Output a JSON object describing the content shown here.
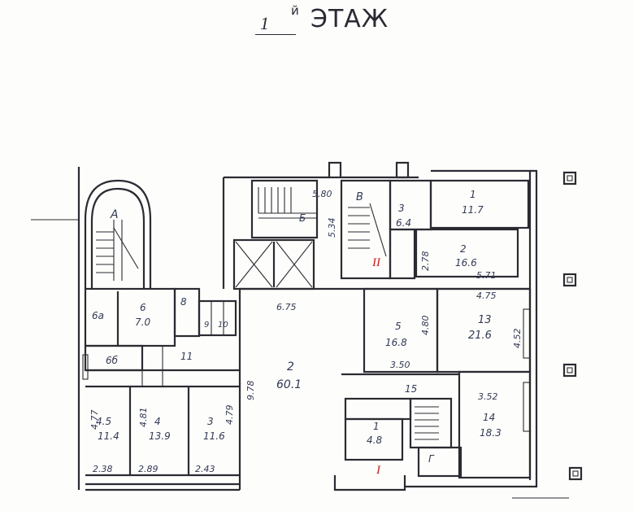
{
  "title": {
    "floor_number": "1",
    "suffix": "й",
    "word": "ЭТАЖ"
  },
  "rooms": [
    {
      "id": "r-a",
      "label": "А",
      "area": ""
    },
    {
      "id": "r-6a",
      "label": "6а",
      "area": ""
    },
    {
      "id": "r-6",
      "label": "6",
      "area": "7.0"
    },
    {
      "id": "r-8",
      "label": "8",
      "area": ""
    },
    {
      "id": "r-9",
      "label": "9",
      "area": ""
    },
    {
      "id": "r-10",
      "label": "10",
      "area": ""
    },
    {
      "id": "r-6b",
      "label": "6б",
      "area": ""
    },
    {
      "id": "r-11",
      "label": "11",
      "area": ""
    },
    {
      "id": "r-4-5",
      "label": "4.5",
      "area": "11.4"
    },
    {
      "id": "r-4",
      "label": "4",
      "area": "13.9"
    },
    {
      "id": "r-3a",
      "label": "3",
      "area": "11.6"
    },
    {
      "id": "r-2big",
      "label": "2",
      "area": "60.1"
    },
    {
      "id": "r-b",
      "label": "Б",
      "area": ""
    },
    {
      "id": "r-v",
      "label": "В",
      "area": ""
    },
    {
      "id": "r-3b",
      "label": "3",
      "area": "6.4"
    },
    {
      "id": "r-1a",
      "label": "1",
      "area": "11.7"
    },
    {
      "id": "r-2b",
      "label": "2",
      "area": "16.6"
    },
    {
      "id": "r-5",
      "label": "5",
      "area": "16.8"
    },
    {
      "id": "r-13",
      "label": "13",
      "area": "21.6"
    },
    {
      "id": "r-15",
      "label": "15",
      "area": ""
    },
    {
      "id": "r-14",
      "label": "14",
      "area": "18.3"
    },
    {
      "id": "r-1b",
      "label": "1",
      "area": "4.8"
    },
    {
      "id": "r-g",
      "label": "Г",
      "area": ""
    }
  ],
  "dimensions": [
    "5.80",
    "5.34",
    "6.75",
    "9.78",
    "2.78",
    "5.71",
    "4.75",
    "4.80",
    "4.52",
    "3.50",
    "3.52",
    "4.77",
    "4.81",
    "4.79",
    "2.38",
    "2.89",
    "2.43"
  ],
  "marks": {
    "entrance_1": "I",
    "entrance_2": "II"
  }
}
